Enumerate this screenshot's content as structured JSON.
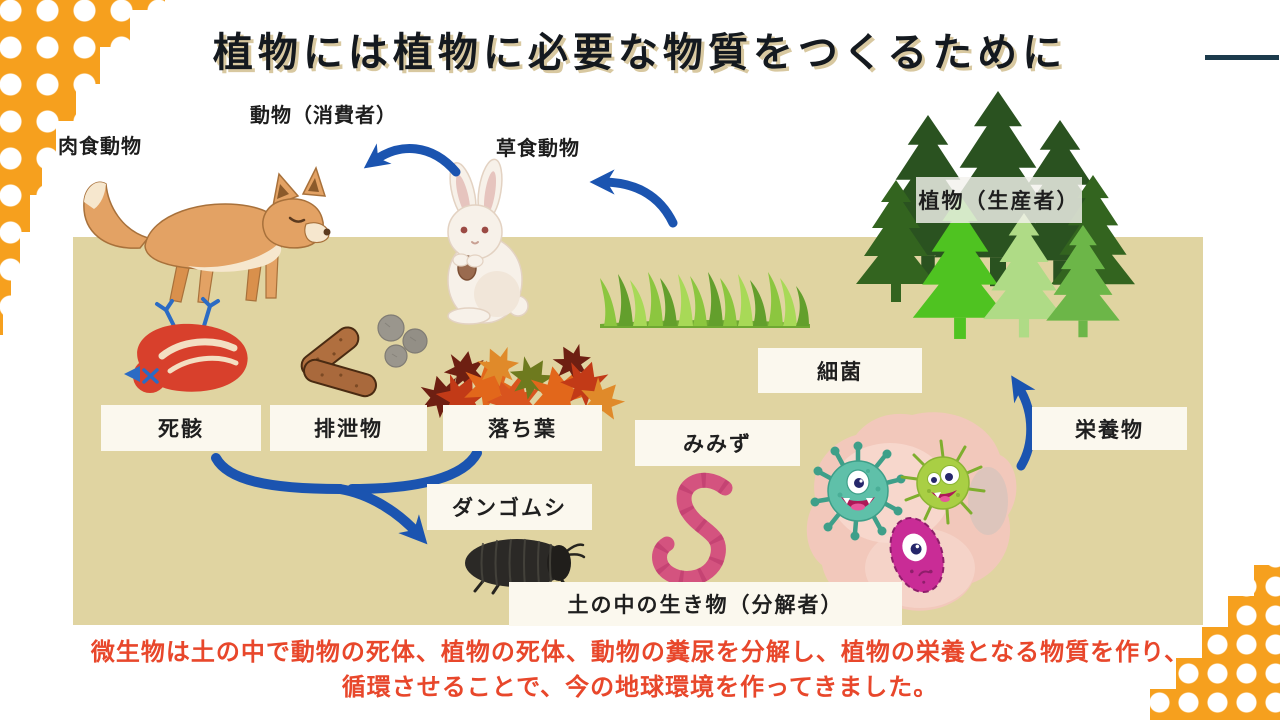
{
  "title": "植物には植物に必要な物質をつくるために",
  "labels": {
    "animals_consumers": "動物（消費者）",
    "carnivore": "肉食動物",
    "herbivore": "草食動物",
    "plants_producers": "植物（生産者）",
    "carcass": "死骸",
    "excrement": "排泄物",
    "fallen_leaves": "落ち葉",
    "earthworm": "みみず",
    "bacteria": "細菌",
    "nutrients": "栄養物",
    "pill_bug": "ダンゴムシ",
    "soil_creatures_decomposers": "土の中の生き物（分解者）"
  },
  "caption": {
    "line1": "微生物は土の中で動物の死体、植物の死体、動物の糞尿を分解し、植物の栄養となる物質を作り、",
    "line2": "循環させることで、今の地球環境を作ってきました。"
  },
  "colors": {
    "accent_orange": "#F6A01E",
    "arrow_blue": "#1B54B0",
    "soil_tan": "#E0D4A1",
    "caption_red": "#E8472B",
    "label_box_cream": "#FBF8EE",
    "title_text": "#14191F",
    "title_shadow": "#D8C8A0",
    "title_dash_navy": "#1C3B4C"
  }
}
